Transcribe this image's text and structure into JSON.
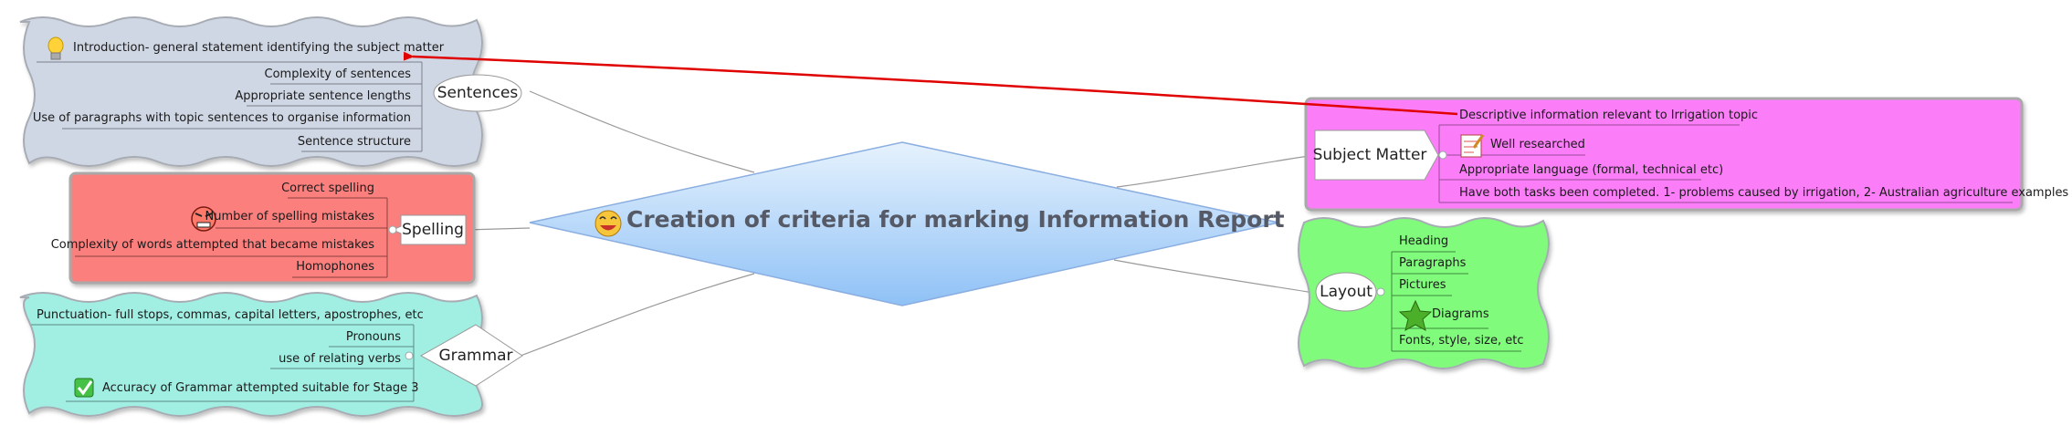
{
  "central_topic": "Creation of criteria for marking Information Report",
  "sentences": {
    "topic": "Sentences",
    "items": [
      "Introduction- general statement identifying the subject matter",
      "Complexity of sentences",
      "Appropriate sentence lengths",
      "Use of paragraphs with topic sentences to organise information",
      "Sentence structure"
    ]
  },
  "spelling": {
    "topic": "Spelling",
    "items": [
      "Correct spelling",
      "Number of spelling mistakes",
      "Complexity of words attempted that became mistakes",
      "Homophones"
    ]
  },
  "grammar": {
    "topic": "Grammar",
    "items": [
      "Punctuation- full stops, commas, capital letters, apostrophes, etc",
      "Pronouns",
      "use of relating verbs",
      "Accuracy of Grammar attempted suitable for Stage 3"
    ]
  },
  "subject_matter": {
    "topic": "Subject Matter",
    "items": [
      "Descriptive information relevant to Irrigation topic",
      "Well researched",
      "Appropriate language (formal, technical etc)",
      "Have both tasks been completed. 1- problems caused by irrigation, 2- Australian agriculture examples"
    ]
  },
  "layout": {
    "topic": "Layout",
    "items": [
      "Heading",
      "Paragraphs",
      "Pictures",
      "Diagrams",
      "Fonts, style, size, etc"
    ]
  },
  "colors": {
    "sentences_bg": "#d0d7e4",
    "spelling_bg": "#fb7f7d",
    "grammar_bg": "#a1eee2",
    "subject_bg": "#fb7ef8",
    "layout_bg": "#80fb7b",
    "relationship_arrow": "#e00000",
    "diamond_top": "#e4f1fd",
    "diamond_bottom": "#93c4f7"
  },
  "icons": {
    "sentences_intro": "lightbulb-icon",
    "spelling_mistakes": "angry-face-icon",
    "grammar_accuracy": "checkmark-icon",
    "subject_research": "notepad-icon",
    "layout_diagrams": "star-icon",
    "central": "laughing-face-icon"
  }
}
